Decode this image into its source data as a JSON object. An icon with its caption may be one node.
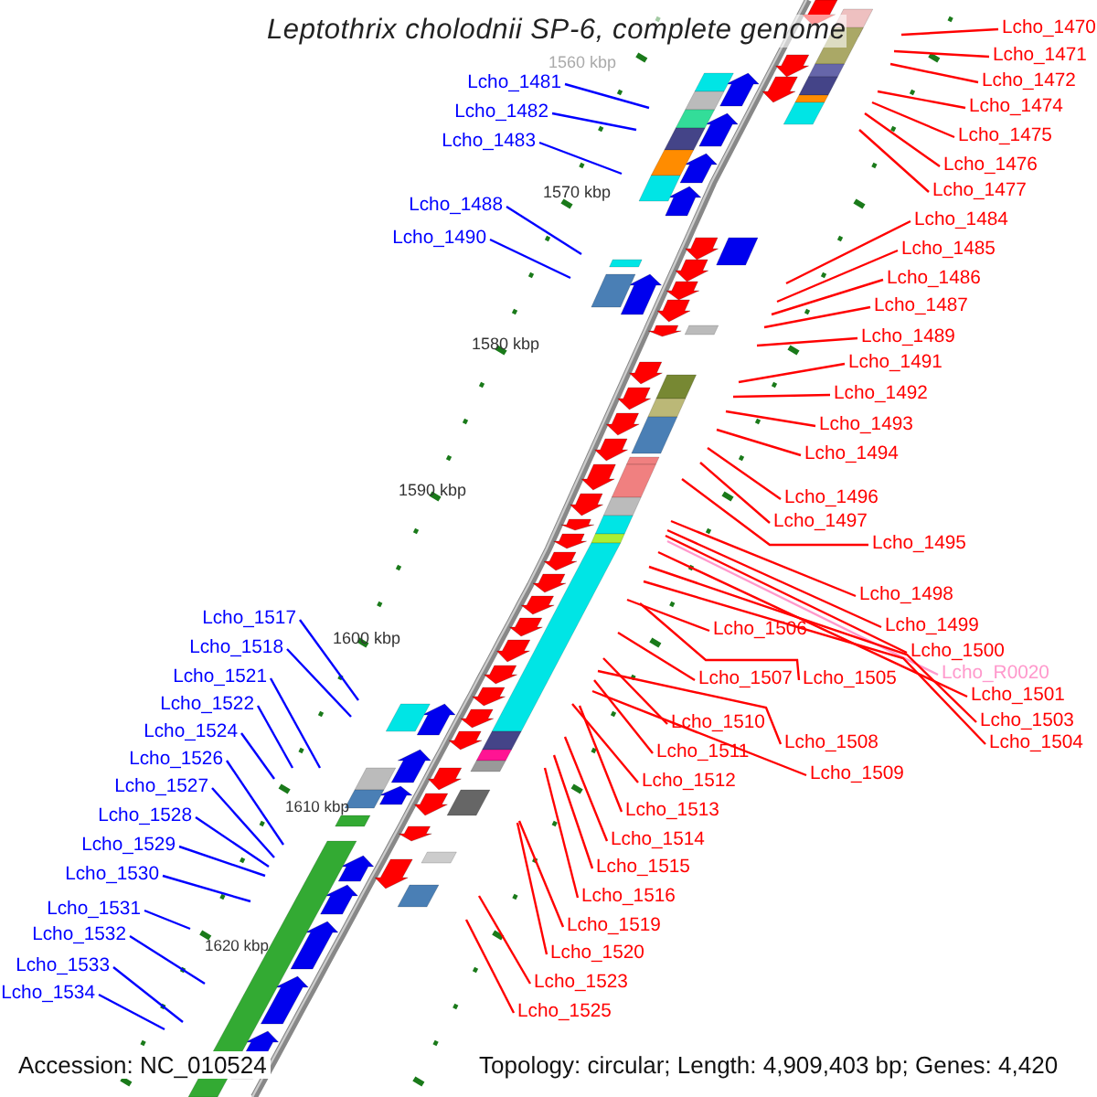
{
  "diagram": {
    "title": "Leptothrix cholodnii SP-6, complete genome",
    "nodes": [
      {
        "text": [
          "Lcho_1481"
        ]
      },
      {
        "text": [
          "Lcho_1482"
        ]
      },
      {
        "text": [
          "Lcho_1483"
        ]
      },
      {
        "text": [
          "Lcho_1488"
        ]
      },
      {
        "text": [
          "Lcho_1490"
        ]
      },
      {
        "text": [
          "Lcho_1517"
        ]
      },
      {
        "text": [
          "Lcho_1518"
        ]
      },
      {
        "text": [
          "Lcho_1521"
        ]
      },
      {
        "text": [
          "Lcho_1522"
        ]
      },
      {
        "text": [
          "Lcho_1524"
        ]
      },
      {
        "text": [
          "Lcho_1526"
        ]
      },
      {
        "text": [
          "Lcho_1527"
        ]
      },
      {
        "text": [
          "Lcho_1528"
        ]
      },
      {
        "text": [
          "Lcho_1529"
        ]
      },
      {
        "text": [
          "Lcho_1530"
        ]
      },
      {
        "text": [
          "Lcho_1531"
        ]
      },
      {
        "text": [
          "Lcho_1532"
        ]
      },
      {
        "text": [
          "Lcho_1533"
        ]
      },
      {
        "text": [
          "Lcho_1534"
        ]
      },
      {
        "text": [
          "Lcho_1470"
        ]
      },
      {
        "text": [
          "Lcho_1471"
        ]
      },
      {
        "text": [
          "Lcho_1472"
        ]
      },
      {
        "text": [
          "Lcho_1474"
        ]
      },
      {
        "text": [
          "Lcho_1475"
        ]
      },
      {
        "text": [
          "Lcho_1476"
        ]
      },
      {
        "text": [
          "Lcho_1477"
        ]
      },
      {
        "text": [
          "Lcho_1484"
        ]
      },
      {
        "text": [
          "Lcho_1485"
        ]
      },
      {
        "text": [
          "Lcho_1486"
        ]
      },
      {
        "text": [
          "Lcho_1487"
        ]
      },
      {
        "text": [
          "Lcho_1489"
        ]
      },
      {
        "text": [
          "Lcho_1491"
        ]
      },
      {
        "text": [
          "Lcho_1492"
        ]
      },
      {
        "text": [
          "Lcho_1493"
        ]
      },
      {
        "text": [
          "Lcho_1494"
        ]
      },
      {
        "text": [
          "Lcho_1496"
        ]
      },
      {
        "text": [
          "Lcho_1497"
        ]
      },
      {
        "text": [
          "Lcho_1495"
        ]
      },
      {
        "text": [
          "Lcho_1498"
        ]
      },
      {
        "text": [
          "Lcho_1499"
        ]
      },
      {
        "text": [
          "Lcho_1500"
        ]
      },
      {
        "text": [
          "Lcho_R0020"
        ]
      },
      {
        "text": [
          "Lcho_1501"
        ]
      },
      {
        "text": [
          "Lcho_1503"
        ]
      },
      {
        "text": [
          "Lcho_1504"
        ]
      },
      {
        "text": [
          "Lcho_1506"
        ]
      },
      {
        "text": [
          "Lcho_1507"
        ]
      },
      {
        "text": [
          "Lcho_1505"
        ]
      },
      {
        "text": [
          "Lcho_1510"
        ]
      },
      {
        "text": [
          "Lcho_1508"
        ]
      },
      {
        "text": [
          "Lcho_1511"
        ]
      },
      {
        "text": [
          "Lcho_1509"
        ]
      },
      {
        "text": [
          "Lcho_1512"
        ]
      },
      {
        "text": [
          "Lcho_1513"
        ]
      },
      {
        "text": [
          "Lcho_1514"
        ]
      },
      {
        "text": [
          "Lcho_1515"
        ]
      },
      {
        "text": [
          "Lcho_1516"
        ]
      },
      {
        "text": [
          "Lcho_1519"
        ]
      },
      {
        "text": [
          "Lcho_1520"
        ]
      },
      {
        "text": [
          "Lcho_1523"
        ]
      },
      {
        "text": [
          "Lcho_1525"
        ]
      }
    ],
    "edges": [
      {
        "from": 0,
        "to": null,
        "arrow": "none",
        "color": "#0000ff"
      },
      {
        "from": 1,
        "to": null,
        "arrow": "none",
        "color": "#0000ff"
      },
      {
        "from": 2,
        "to": null,
        "arrow": "none",
        "color": "#0000ff"
      },
      {
        "from": 3,
        "to": null,
        "arrow": "none",
        "color": "#0000ff"
      },
      {
        "from": 4,
        "to": null,
        "arrow": "none",
        "color": "#0000ff"
      },
      {
        "from": 5,
        "to": null,
        "arrow": "none",
        "color": "#0000ff"
      },
      {
        "from": 6,
        "to": null,
        "arrow": "none",
        "color": "#0000ff"
      },
      {
        "from": 7,
        "to": null,
        "arrow": "none",
        "color": "#0000ff"
      },
      {
        "from": 8,
        "to": null,
        "arrow": "none",
        "color": "#0000ff"
      },
      {
        "from": 9,
        "to": null,
        "arrow": "none",
        "color": "#0000ff"
      },
      {
        "from": 10,
        "to": null,
        "arrow": "none",
        "color": "#0000ff"
      },
      {
        "from": 11,
        "to": null,
        "arrow": "none",
        "color": "#0000ff"
      },
      {
        "from": 12,
        "to": null,
        "arrow": "none",
        "color": "#0000ff"
      },
      {
        "from": 13,
        "to": null,
        "arrow": "none",
        "color": "#0000ff"
      },
      {
        "from": 14,
        "to": null,
        "arrow": "none",
        "color": "#0000ff"
      },
      {
        "from": 15,
        "to": null,
        "arrow": "none",
        "color": "#0000ff"
      },
      {
        "from": 16,
        "to": null,
        "arrow": "none",
        "color": "#0000ff"
      },
      {
        "from": 17,
        "to": null,
        "arrow": "none",
        "color": "#0000ff"
      },
      {
        "from": 18,
        "to": null,
        "arrow": "none",
        "color": "#0000ff"
      },
      {
        "from": 19,
        "to": null,
        "arrow": "none"
      },
      {
        "from": 20,
        "to": null,
        "arrow": "none"
      },
      {
        "from": 21,
        "to": null,
        "arrow": "none"
      },
      {
        "from": 22,
        "to": null,
        "arrow": "none"
      },
      {
        "from": 23,
        "to": null,
        "arrow": "none"
      },
      {
        "from": 24,
        "to": null,
        "arrow": "none"
      },
      {
        "from": 25,
        "to": null,
        "arrow": "none"
      },
      {
        "from": 26,
        "to": null,
        "arrow": "none"
      },
      {
        "from": 27,
        "to": null,
        "arrow": "none"
      },
      {
        "from": 28,
        "to": null,
        "arrow": "none"
      },
      {
        "from": 29,
        "to": null,
        "arrow": "none"
      },
      {
        "from": 30,
        "to": null,
        "arrow": "none"
      },
      {
        "from": 31,
        "to": null,
        "arrow": "none"
      },
      {
        "from": 32,
        "to": null,
        "arrow": "none"
      },
      {
        "from": 33,
        "to": null,
        "arrow": "none"
      },
      {
        "from": 34,
        "to": null,
        "arrow": "none"
      },
      {
        "from": 35,
        "to": null,
        "arrow": "none"
      },
      {
        "from": 36,
        "to": null,
        "arrow": "none"
      },
      {
        "from": 37,
        "to": null,
        "arrow": "none"
      },
      {
        "from": 38,
        "to": null,
        "arrow": "none"
      },
      {
        "from": 39,
        "to": null,
        "arrow": "none"
      },
      {
        "from": 40,
        "to": null,
        "arrow": "none"
      },
      {
        "from": 41,
        "to": null,
        "arrow": "none",
        "color": "#ff99cc"
      },
      {
        "from": 42,
        "to": null,
        "arrow": "none"
      },
      {
        "from": 43,
        "to": null,
        "arrow": "none"
      },
      {
        "from": 44,
        "to": null,
        "arrow": "none"
      },
      {
        "from": 45,
        "to": null,
        "arrow": "none"
      },
      {
        "from": 46,
        "to": null,
        "arrow": "none"
      },
      {
        "from": 47,
        "to": null,
        "arrow": "none"
      },
      {
        "from": 48,
        "to": null,
        "arrow": "none"
      },
      {
        "from": 49,
        "to": null,
        "arrow": "none"
      },
      {
        "from": 50,
        "to": null,
        "arrow": "none"
      },
      {
        "from": 51,
        "to": null,
        "arrow": "none"
      },
      {
        "from": 52,
        "to": null,
        "arrow": "none"
      },
      {
        "from": 53,
        "to": null,
        "arrow": "none"
      },
      {
        "from": 54,
        "to": null,
        "arrow": "none"
      },
      {
        "from": 55,
        "to": null,
        "arrow": "none"
      },
      {
        "from": 56,
        "to": null,
        "arrow": "none"
      },
      {
        "from": 57,
        "to": null,
        "arrow": "none"
      },
      {
        "from": 58,
        "to": null,
        "arrow": "none"
      },
      {
        "from": 59,
        "to": null,
        "arrow": "none"
      },
      {
        "from": 60,
        "to": null,
        "arrow": "none"
      }
    ],
    "labels": [
      "1560 kbp",
      "1570 kbp",
      "1580 kbp",
      "1590 kbp",
      "1600 kbp",
      "1610 kbp",
      "1620 kbp",
      "Accession: NC_010524",
      "Topology: circular; Length: 4,909,403 bp; Genes: 4,420"
    ]
  }
}
